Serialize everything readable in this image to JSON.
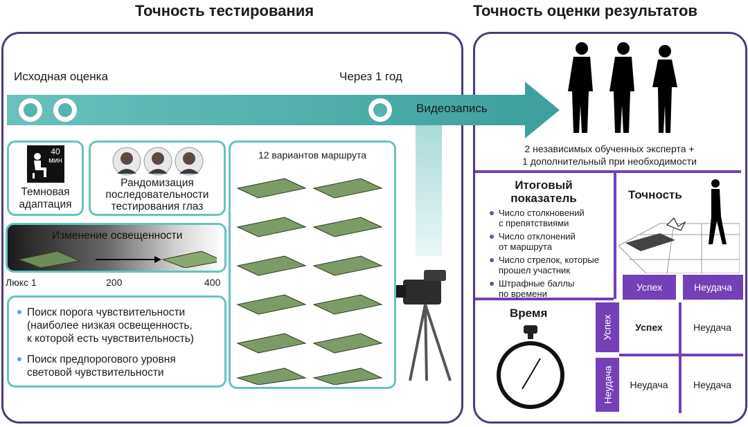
{
  "titles": {
    "left": "Точность тестирования",
    "right": "Точность оценки результатов"
  },
  "timeline": {
    "start_label": "Исходная оценка",
    "end_label": "Через 1 год",
    "video_label": "Видеозапись",
    "accent": "#55b3b0",
    "accent_light": "#b9e3e1"
  },
  "dark_adaptation": {
    "clock_value": "40",
    "clock_unit": "мин",
    "label_line1": "Темновая",
    "label_line2": "адаптация"
  },
  "randomization": {
    "line1": "Рандомизация",
    "line2": "последовательности",
    "line3": "тестирования глаз"
  },
  "lighting": {
    "title": "Изменение освещенности",
    "lux_min": "Люкс 1",
    "lux_mid": "200",
    "lux_max": "400"
  },
  "threshold": {
    "item1": [
      "Поиск порога чувствительности",
      "(наиболее низкая освещенность,",
      "к которой есть чувствительность)"
    ],
    "item2": [
      "Поиск предпорогового уровня",
      "световой чувствительности"
    ]
  },
  "routes": {
    "title": "12 вариантов маршрута"
  },
  "experts": {
    "line1": "2 независимых обученных эксперта +",
    "line2": "1 дополнительный при необходимости"
  },
  "final_score": {
    "title_line1": "Итоговый",
    "title_line2": "показатель",
    "items": [
      [
        "Число столкновений",
        "с препятствиями"
      ],
      [
        "Число отклонений",
        "от маршрута"
      ],
      [
        "Число стрелок, которые",
        "прошел участник"
      ],
      [
        "Штрафные баллы",
        "по времени"
      ]
    ]
  },
  "accuracy": {
    "title": "Точность"
  },
  "time": {
    "title": "Время"
  },
  "matrix": {
    "col_success": "Успех",
    "col_fail": "Неудача",
    "row_success": "Успех",
    "row_fail": "Неудача",
    "cell_ss": "Успех",
    "cell_sf": "Неудача",
    "cell_fs": "Неудача",
    "cell_ff": "Неудача",
    "purple": "#7340b5"
  }
}
